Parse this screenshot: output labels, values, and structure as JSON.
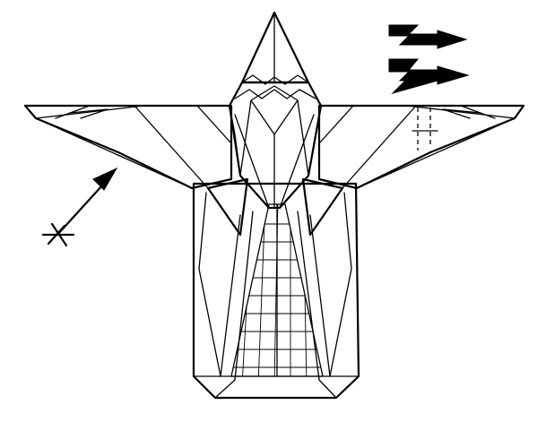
{
  "diagram": {
    "subject": "origami-figure-step",
    "symbols": [
      {
        "icon": "fold-behind-arrows-icon",
        "count": 2
      },
      {
        "icon": "push-arrow-icon",
        "count": 1
      }
    ],
    "line_color": "#000000",
    "background": "#ffffff"
  }
}
